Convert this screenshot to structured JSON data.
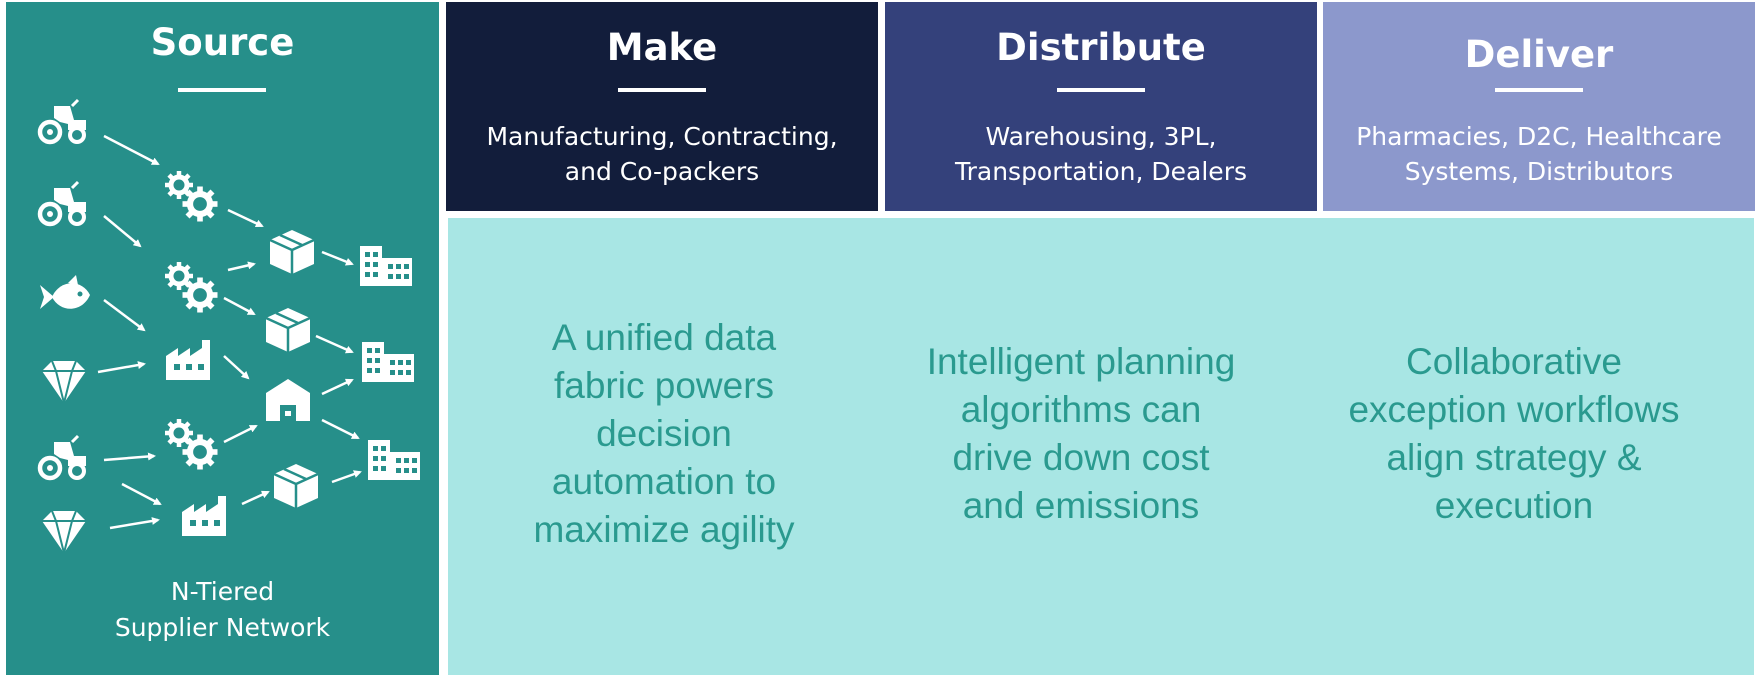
{
  "source": {
    "title": "Source",
    "caption": "N-Tiered\nSupplier Network"
  },
  "columns": [
    {
      "title": "Make",
      "subtitle": "Manufacturing, Contracting,\nand Co-packers",
      "color": "#121d3b"
    },
    {
      "title": "Distribute",
      "subtitle": "Warehousing, 3PL,\nTransportation, Dealers",
      "color": "#34417b"
    },
    {
      "title": "Deliver",
      "subtitle": "Pharmacies, D2C, Healthcare\nSystems, Distributors",
      "color": "#8c98cc"
    }
  ],
  "messages": [
    "A unified data\nfabric powers\ndecision\nautomation to\nmaximize agility",
    "Intelligent planning\nalgorithms can\ndrive down cost\nand emissions",
    "Collaborative\nexception workflows\nalign strategy &\nexecution"
  ],
  "colors": {
    "source_bg": "#268f8a",
    "content_bg": "#a8e6e4",
    "message_text": "#2a9a8f"
  },
  "icons": [
    "tractor-icon",
    "gears-icon",
    "fish-icon",
    "gem-icon",
    "factory-icon",
    "package-icon",
    "warehouse-icon",
    "building-icon",
    "arrow-icon"
  ]
}
